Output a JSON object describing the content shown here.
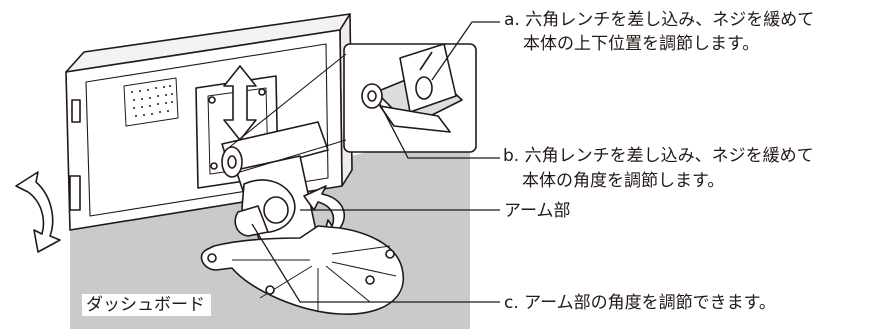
{
  "labels": {
    "a_line1": "a. 六角レンチを差し込み、ネジを緩めて",
    "a_line2": "本体の上下位置を調節します。",
    "b_line1": "b. 六角レンチを差し込み、ネジを緩めて",
    "b_line2": "本体の角度を調節します。",
    "arm": "アーム部",
    "c_line": "c. アーム部の角度を調節できます。",
    "dashboard": "ダッシュボード"
  },
  "colors": {
    "line": "#231815",
    "dashboard_fill": "#c9caca",
    "shadow_fill": "#dcdddd",
    "device_fill": "#ffffff"
  }
}
